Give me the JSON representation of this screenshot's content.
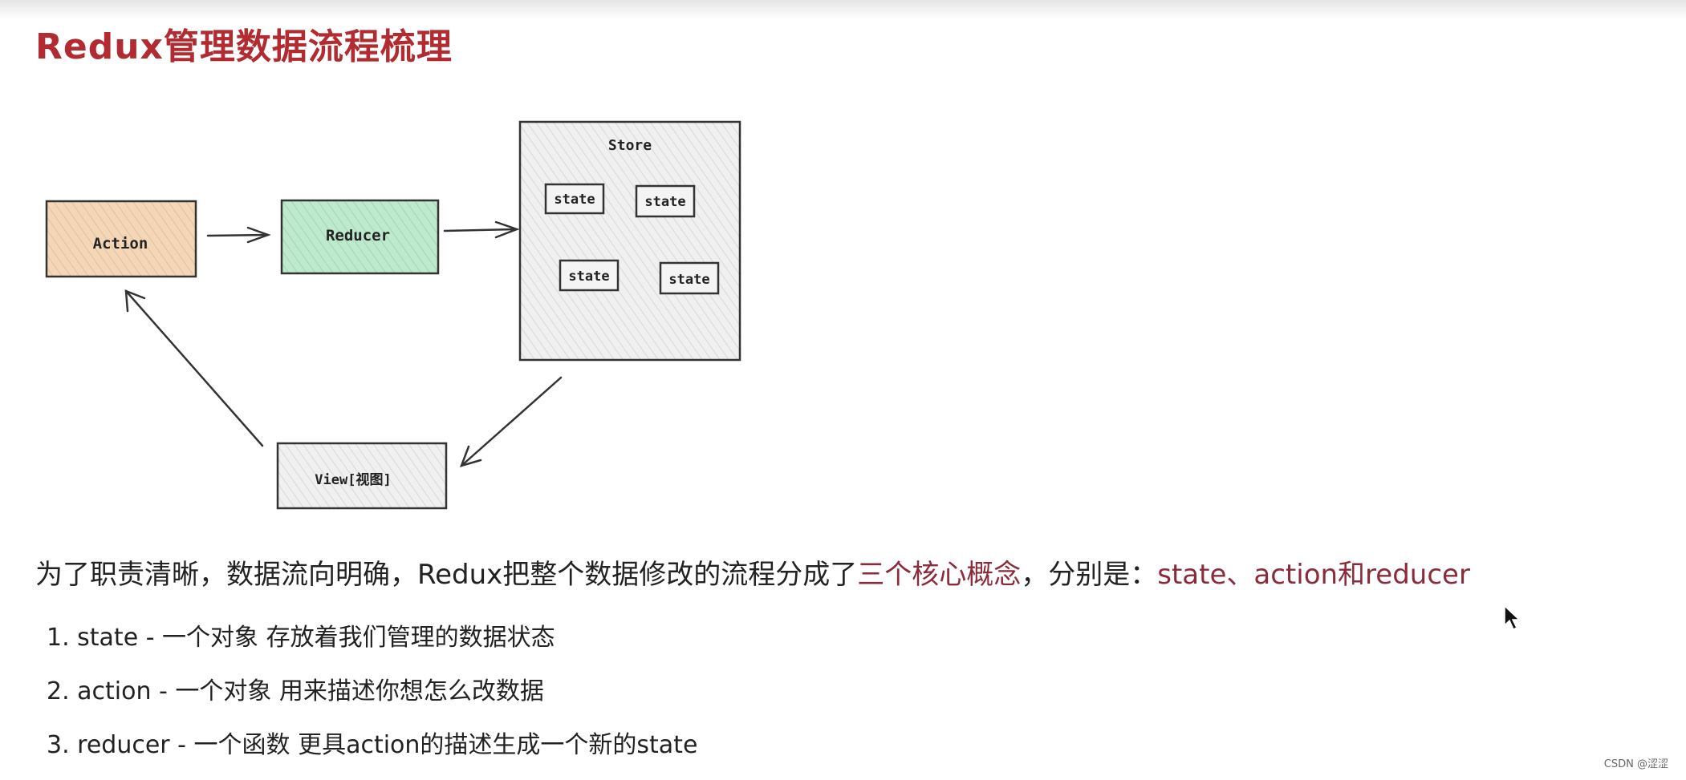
{
  "title": "Redux管理数据流程梳理",
  "diagram": {
    "action": {
      "label": "Action",
      "color": "#f5d7b8"
    },
    "reducer": {
      "label": "Reducer",
      "color": "#bde9cc"
    },
    "store": {
      "label": "Store",
      "color": "#f0f0f0",
      "states": [
        "state",
        "state",
        "state",
        "state"
      ]
    },
    "view": {
      "label": "View[视图]",
      "color": "#f0f0f0"
    }
  },
  "intro": {
    "text_before": "为了职责清晰，数据流向明确，Redux把整个数据修改的流程分成了",
    "highlight1": "三个核心概念",
    "text_middle": "，分别是：",
    "highlight2": "state、action和reducer",
    "highlight_color": "#8b2b3a"
  },
  "list": [
    "1. state - 一个对象 存放着我们管理的数据状态",
    "2. action - 一个对象 用来描述你想怎么改数据",
    "3. reducer - 一个函数 更具action的描述生成一个新的state"
  ],
  "watermark": "CSDN @涩涩",
  "title_color": "#b12b30"
}
